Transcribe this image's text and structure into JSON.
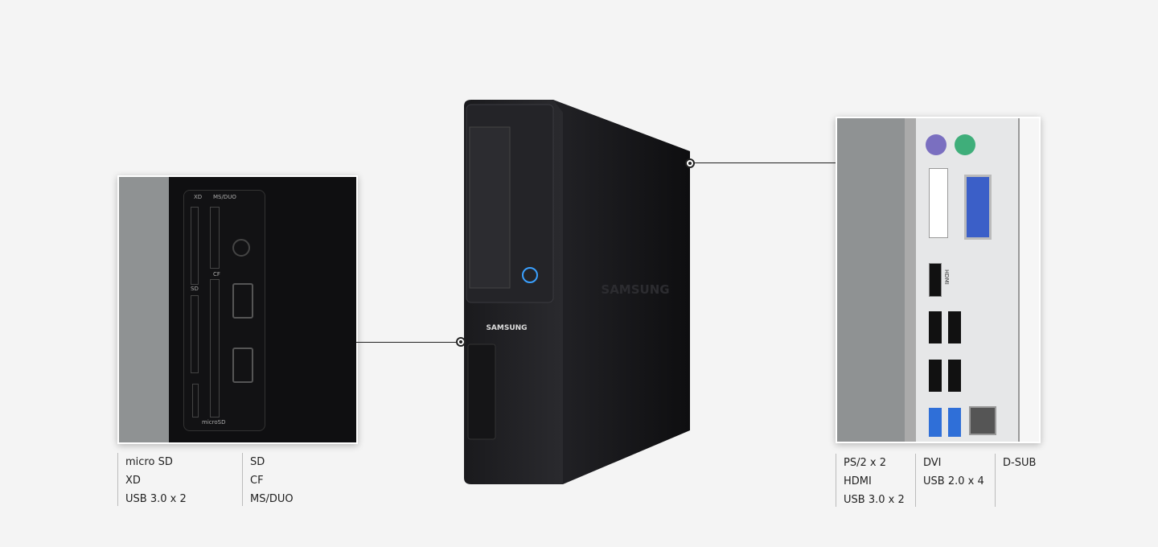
{
  "brand": {
    "front_logo": "SAMSUNG",
    "side_logo": "SAMSUNG"
  },
  "front_panel": {
    "port_labels": [
      "XD",
      "MS/DUO",
      "SD",
      "CF",
      "microSD"
    ],
    "specs": {
      "column_1": [
        "micro SD",
        "XD",
        "USB 3.0 x 2"
      ],
      "column_2": [
        "SD",
        "CF",
        "MS/DUO"
      ]
    }
  },
  "rear_panel": {
    "port_labels": [
      "HDMI"
    ],
    "specs": {
      "column_1": [
        "PS/2 x 2",
        "HDMI",
        "USB 3.0 x 2"
      ],
      "column_2": [
        "DVI",
        "USB 2.0 x 4"
      ],
      "column_3": [
        "D-SUB"
      ]
    }
  },
  "colors": {
    "background": "#f4f4f4",
    "case": "#1a1a1c",
    "power_led": "#3aa0ff",
    "usb3": "#2f6fd8",
    "ps2_mouse": "#7a6fc0",
    "ps2_keyboard": "#3fae7a",
    "vga": "#3b5fc8"
  }
}
